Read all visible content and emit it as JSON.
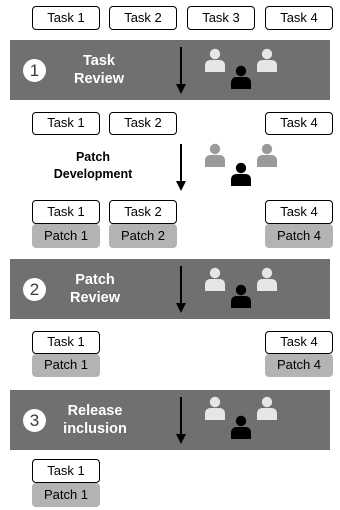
{
  "colors": {
    "band": "#707070",
    "patch": "#b3b3b3",
    "person_light": "#e6e6e6",
    "person_dark": "#000000",
    "person_grey": "#9a9a9a"
  },
  "top_tasks": [
    "Task 1",
    "Task 2",
    "Task 3",
    "Task 4"
  ],
  "stages": [
    {
      "number": "1",
      "title_lines": [
        "Task",
        "Review"
      ]
    },
    {
      "number": "2",
      "title_lines": [
        "Patch",
        "Review"
      ]
    },
    {
      "number": "3",
      "title_lines": [
        "Release",
        "inclusion"
      ]
    }
  ],
  "after_review": [
    "Task 1",
    "Task 2",
    "Task 4"
  ],
  "development": {
    "title_lines": [
      "Patch",
      "Development"
    ]
  },
  "developed": [
    {
      "task": "Task 1",
      "patch": "Patch 1"
    },
    {
      "task": "Task 2",
      "patch": "Patch 2"
    },
    {
      "task": "Task 4",
      "patch": "Patch 4"
    }
  ],
  "reviewed": [
    {
      "task": "Task 1",
      "patch": "Patch 1"
    },
    {
      "task": "Task 4",
      "patch": "Patch 4"
    }
  ],
  "released": [
    {
      "task": "Task 1",
      "patch": "Patch 1"
    }
  ]
}
